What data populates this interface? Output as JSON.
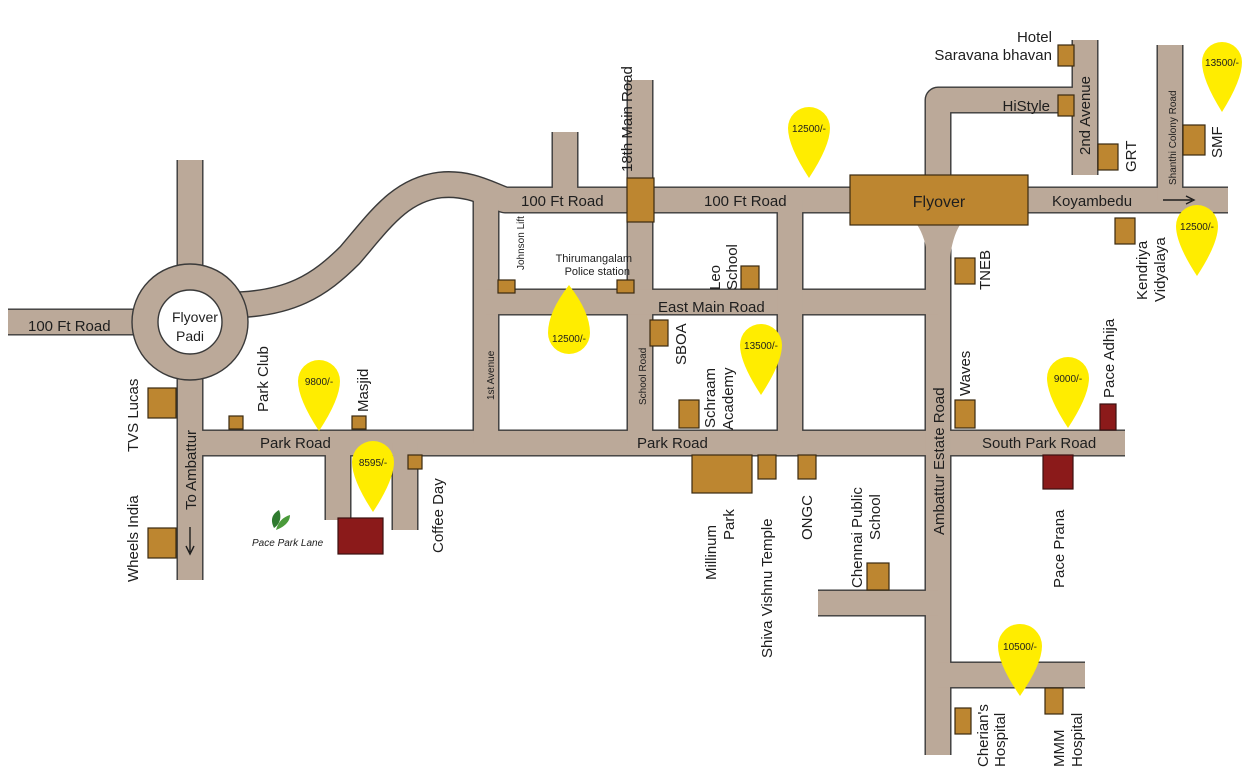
{
  "map": {
    "roads": {
      "hundred_ft_road_left": "100 Ft Road",
      "hundred_ft_road_1": "100 Ft Road",
      "hundred_ft_road_2": "100 Ft Road",
      "eighteenth_main_road": "18th Main Road",
      "flyover": "Flyover",
      "koyambedu": "Koyambedu",
      "second_avenue": "2nd Avenue",
      "shanthi_colony_road": "Shanthi Colony Road",
      "east_main_road": "East   Main Road",
      "first_avenue": "1st Avenue",
      "school_road": "School Road",
      "johnson_lift": "Johnson Lift",
      "park_road_1": "Park Road",
      "park_road_2": "Park Road",
      "south_park_road": "South Park Road",
      "ambattur_estate_road": "Ambattur Estate Road",
      "to_ambattur": "To Ambattur",
      "flyover_padi_line1": "Flyover",
      "flyover_padi_line2": "Padi"
    },
    "landmarks": {
      "hotel_line1": "Hotel",
      "hotel_line2": "Saravana bhavan",
      "histyle": "HiStyle",
      "grt": "GRT",
      "smf": "SMF",
      "kendriya_line1": "Kendriya",
      "kendriya_line2": "Vidyalaya",
      "tneb": "TNEB",
      "leo_line1": "Leo",
      "leo_line2": "School",
      "police_line1": "Thirumangalam",
      "police_line2": "Police station",
      "sboa": "SBOA",
      "schraam_line1": "Schraam",
      "schraam_line2": "Academy",
      "waves": "Waves",
      "pace_adhija": "Pace Adhija",
      "pace_prana": "Pace Prana",
      "millinum_line1": "Millinum",
      "millinum_line2": "Park",
      "shiva_vishnu": "Shiva Vishnu Temple",
      "ongc": "ONGC",
      "chennai_public_line1": "Chennai Public",
      "chennai_public_line2": "School",
      "park_club": "Park Club",
      "masjid": "Masjid",
      "tvs_lucas": "TVS Lucas",
      "wheels_india": "Wheels India",
      "coffee_day": "Coffee Day",
      "pace_park_lane": "Pace Park Lane",
      "cherian_line1": "Cherian's",
      "cherian_line2": "Hospital",
      "mmm_line1": "MMM",
      "mmm_line2": "Hospital"
    },
    "prices": {
      "p_13500_top": "13500/-",
      "p_12500_top": "12500/-",
      "p_12500_right": "12500/-",
      "p_12500_mid": "12500/-",
      "p_13500_mid": "13500/-",
      "p_9800": "9800/-",
      "p_8595": "8595/-",
      "p_9000": "9000/-",
      "p_10500": "10500/-"
    },
    "colors": {
      "road": "#bba999",
      "landmark": "#bd8630",
      "project": "#8b1a1a",
      "price_pin": "#ffed00"
    }
  }
}
